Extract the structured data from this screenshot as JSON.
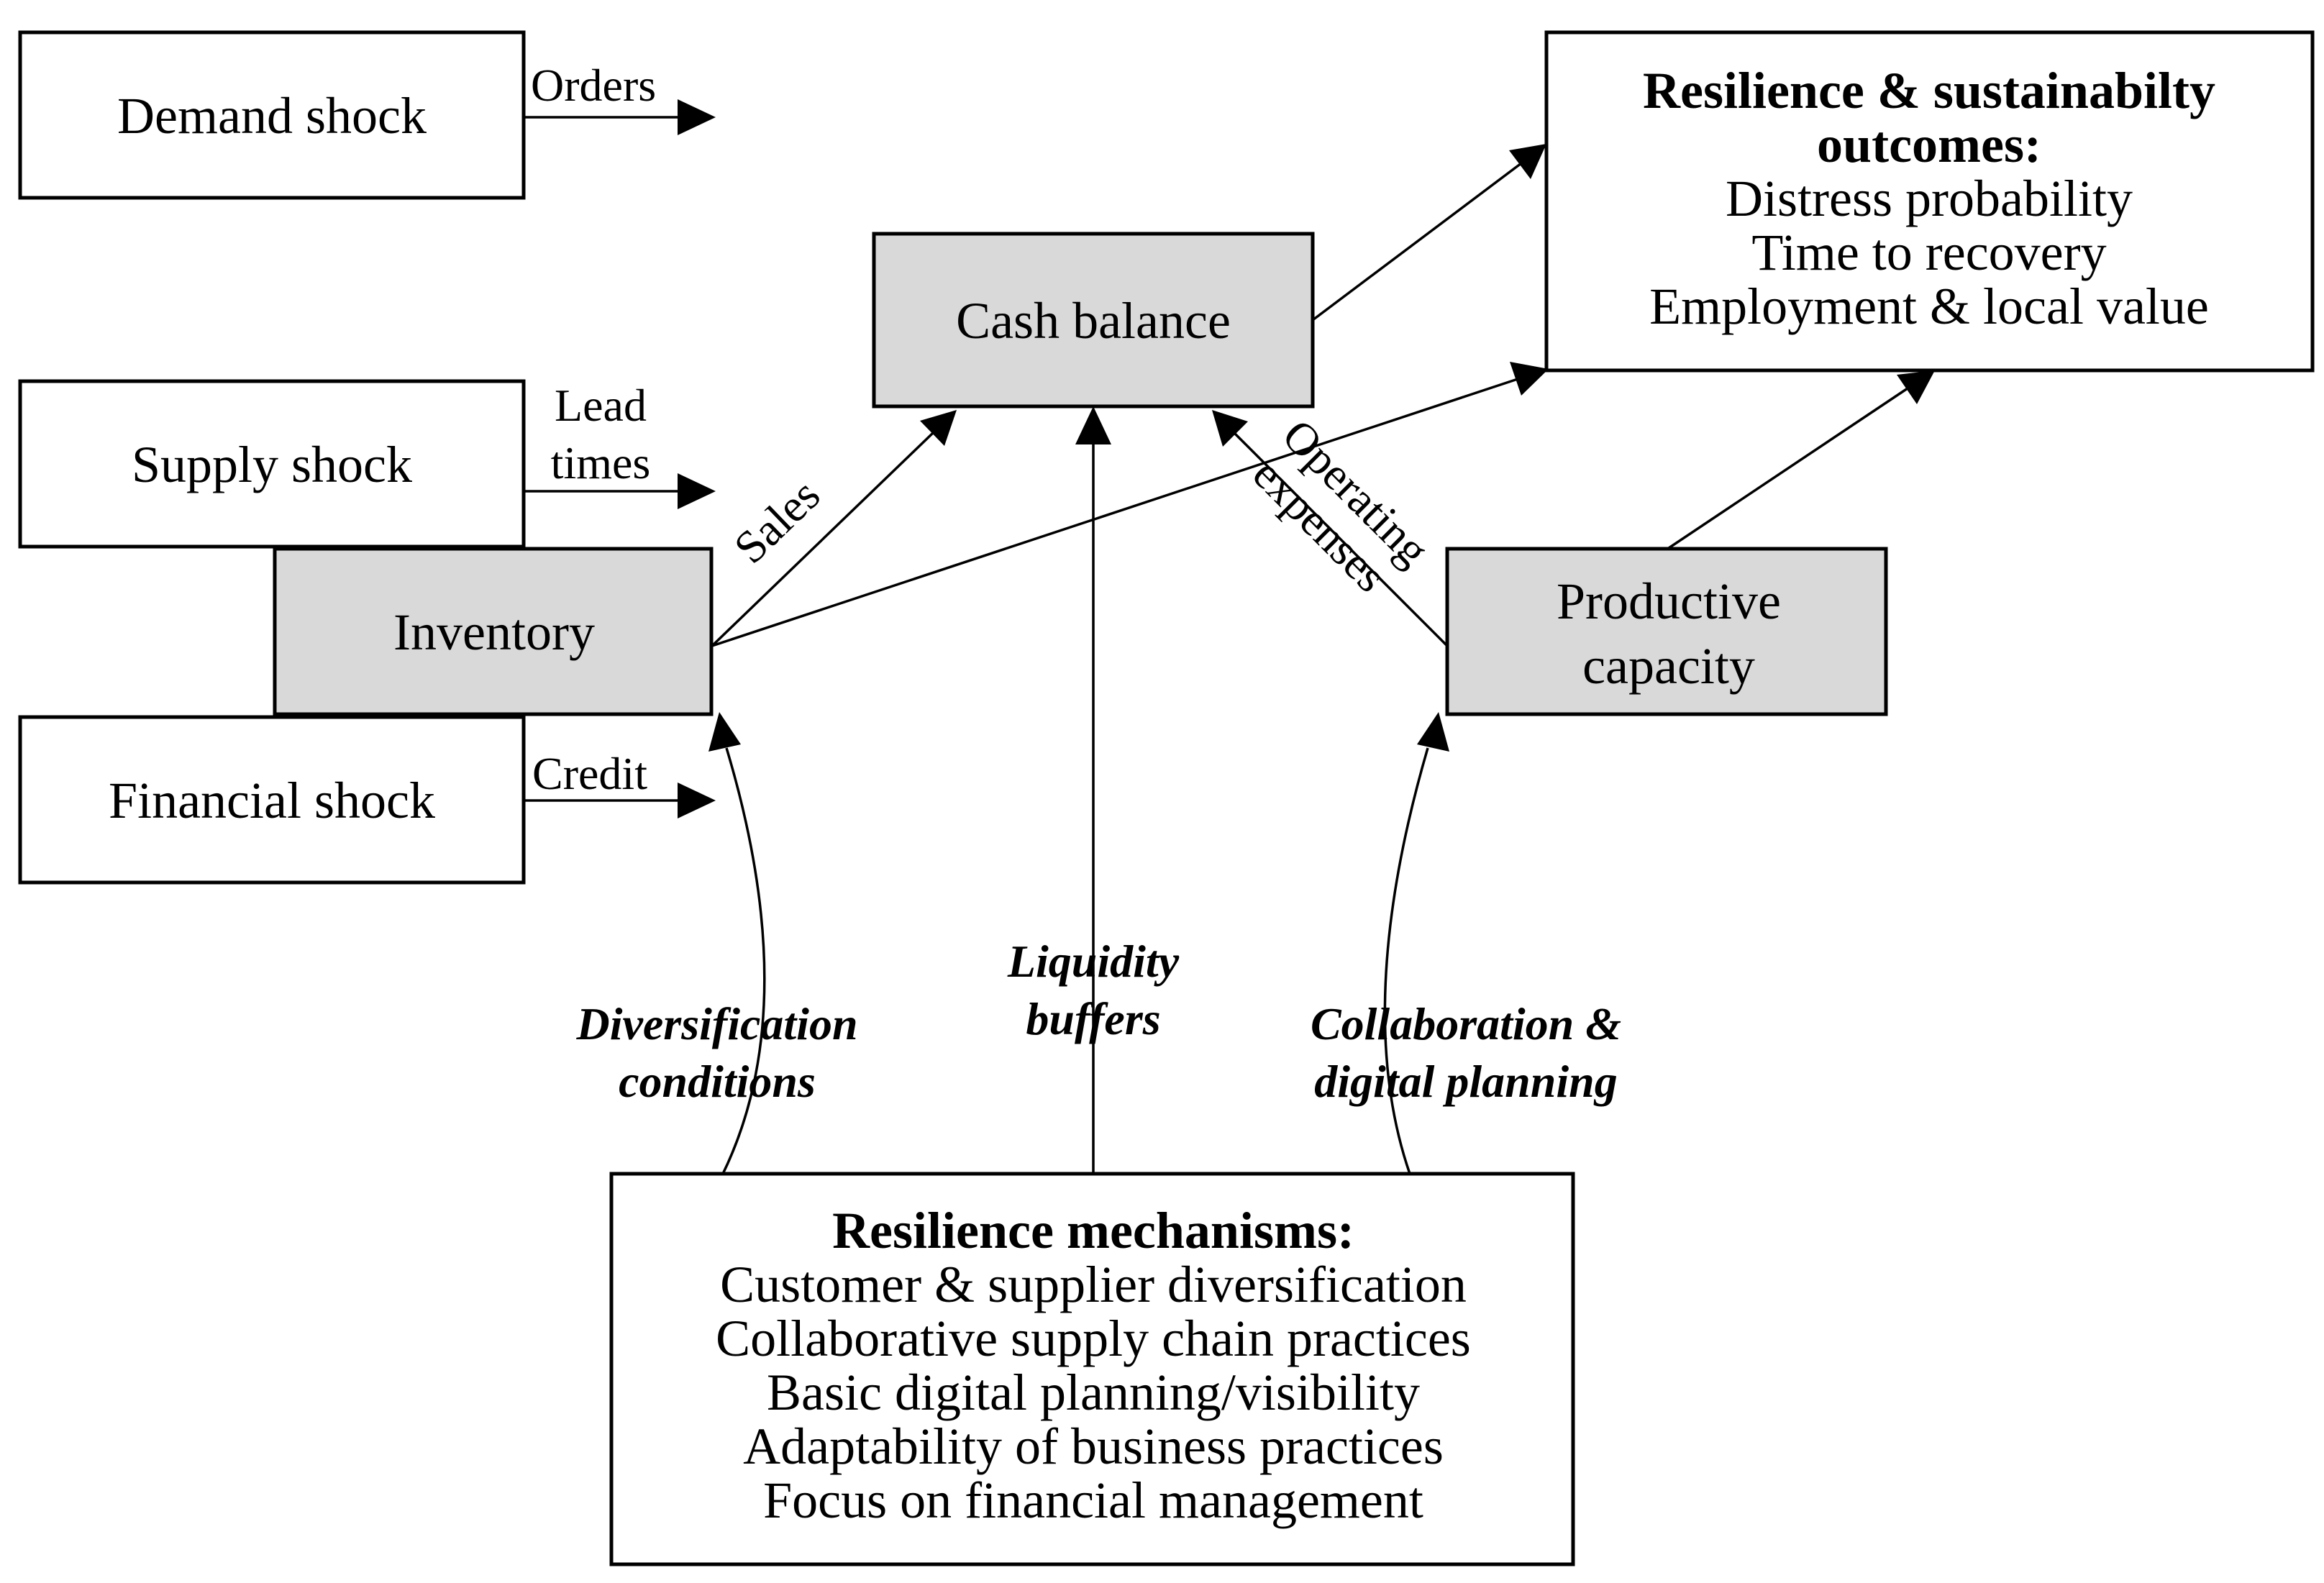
{
  "nodes": {
    "demand_shock": "Demand shock",
    "supply_shock": "Supply shock",
    "financial_shock": "Financial shock",
    "inventory": "Inventory",
    "cash_balance": "Cash balance",
    "productive_capacity": [
      "Productive",
      "capacity"
    ]
  },
  "outcomes": {
    "title": [
      "Resilience & sustainabilty",
      "outcomes:"
    ],
    "items": [
      "Distress probability",
      "Time to recovery",
      "Employment & local value"
    ]
  },
  "mechanisms": {
    "title": "Resilience mechanisms:",
    "items": [
      "Customer & supplier diversification",
      "Collaborative supply chain practices",
      "Basic digital planning/visibility",
      "Adaptability of business practices",
      "Focus on financial management"
    ]
  },
  "edge_labels": {
    "orders": "Orders",
    "lead_times": [
      "Lead",
      "times"
    ],
    "credit": "Credit",
    "sales": "Sales",
    "operating_expenses": [
      "Operating",
      "expenses"
    ]
  },
  "mechanism_labels": {
    "diversification": [
      "Diversification",
      "conditions"
    ],
    "liquidity": [
      "Liquidity",
      "buffers"
    ],
    "collaboration": [
      "Collaboration &",
      "digital planning"
    ]
  }
}
